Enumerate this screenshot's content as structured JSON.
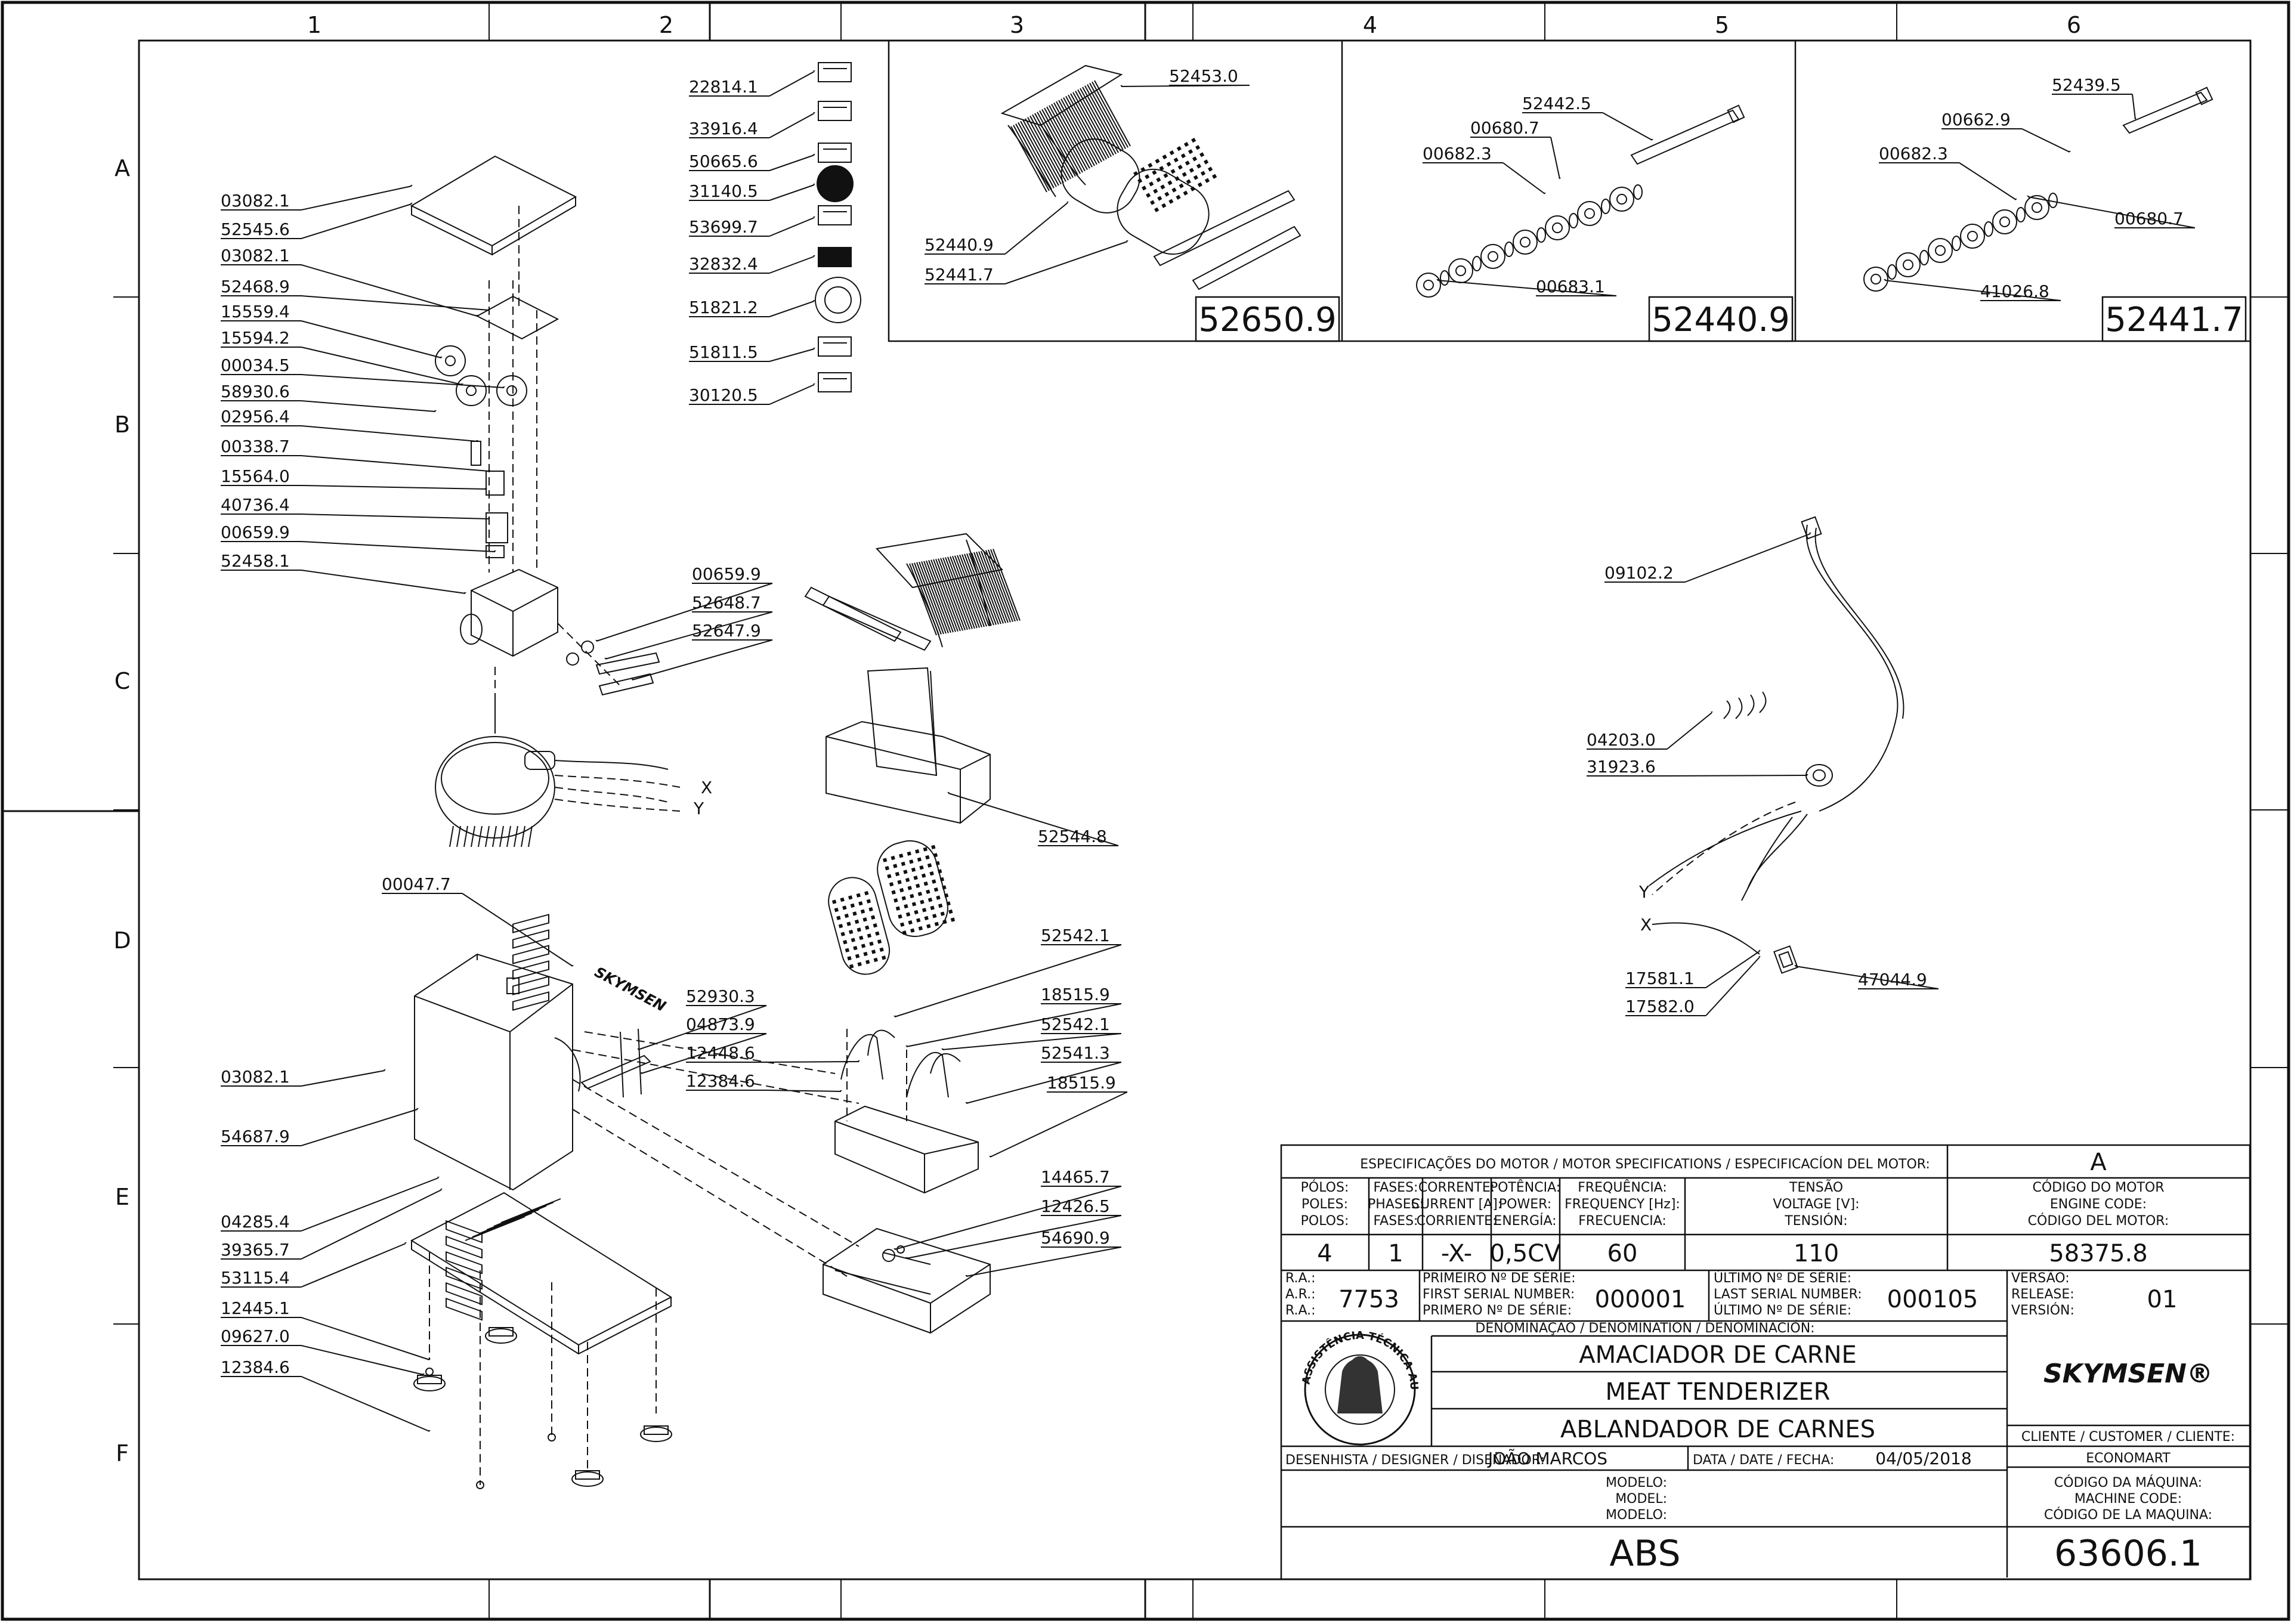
{
  "zones": {
    "cols": [
      "1",
      "2",
      "3",
      "4",
      "5",
      "6"
    ],
    "rows": [
      "A",
      "B",
      "C",
      "D",
      "E",
      "F"
    ]
  },
  "left_parts": [
    "03082.1",
    "52545.6",
    "03082.1",
    "52468.9",
    "15559.4",
    "15594.2",
    "00034.5",
    "58930.6",
    "02956.4",
    "00338.7",
    "15564.0",
    "40736.4",
    "00659.9",
    "52458.1"
  ],
  "label_parts": [
    "22814.1",
    "33916.4",
    "50665.6",
    "31140.5",
    "53699.7",
    "32832.4",
    "51821.2",
    "51811.5",
    "30120.5"
  ],
  "mid_parts": [
    "00659.9",
    "52648.7",
    "52647.9"
  ],
  "motor_wires": {
    "x": "X",
    "y": "Y"
  },
  "brush_part": "52544.8",
  "lower_left_parts": [
    "00047.7",
    "03082.1",
    "54687.9",
    "04285.4",
    "39365.7",
    "53115.4",
    "12445.1",
    "09627.0",
    "12384.6"
  ],
  "lower_mid_parts": [
    "52930.3",
    "04873.9",
    "12448.6",
    "12384.6",
    "52542.1",
    "18515.9",
    "52542.1",
    "52541.3",
    "18515.9",
    "14465.7",
    "12426.5",
    "54690.9"
  ],
  "brand_badge": "SKYMSEN",
  "detail_a": {
    "parts": [
      "52453.0",
      "52440.9",
      "52441.7"
    ],
    "ref": "52650.9"
  },
  "detail_b": {
    "parts": [
      "52442.5",
      "00680.7",
      "00682.3",
      "00683.1"
    ],
    "ref": "52440.9"
  },
  "detail_c": {
    "parts": [
      "52439.5",
      "00662.9",
      "00682.3",
      "00680.7",
      "41026.8"
    ],
    "ref": "52441.7"
  },
  "electrical": {
    "parts": [
      "09102.2",
      "04203.0",
      "31923.6",
      "17581.1",
      "17582.0",
      "47044.9"
    ],
    "y": "Y",
    "x": "X"
  },
  "title_block": {
    "motor_spec_header": "ESPECIFICAÇÕES DO MOTOR / MOTOR SPECIFICATIONS / ESPECIFICACÍON DEL MOTOR:",
    "revision": "A",
    "columns": [
      {
        "l1": "PÓLOS:",
        "l2": "POLES:",
        "l3": "POLOS:",
        "value": "4"
      },
      {
        "l1": "FASES:",
        "l2": "PHASES:",
        "l3": "FASES:",
        "value": "1"
      },
      {
        "l1": "CORRENTE:",
        "l2": "CURRENT [A]:",
        "l3": "CORRIENTE:",
        "value": "-X-"
      },
      {
        "l1": "POTÊNCIA:",
        "l2": "POWER:",
        "l3": "ENERGÍA:",
        "value": "0,5CV"
      },
      {
        "l1": "FREQUÊNCIA:",
        "l2": "FREQUENCY [Hz]:",
        "l3": "FRECUENCIA:",
        "value": "60"
      },
      {
        "l1": "TENSÃO",
        "l2": "VOLTAGE [V]:",
        "l3": "TENSIÓN:",
        "value": "110"
      },
      {
        "l1": "CÓDIGO DO MOTOR",
        "l2": "ENGINE CODE:",
        "l3": "CÓDIGO DEL MOTOR:",
        "value": "58375.8"
      }
    ],
    "ra_labels": [
      "R.A.:",
      "A.R.:",
      "R.A.:"
    ],
    "ra_value": "7753",
    "first_serial_labels": [
      "PRIMEIRO Nº DE SÉRIE:",
      "FIRST SERIAL NUMBER:",
      "PRIMERO Nº DE SÉRIE:"
    ],
    "first_serial": "000001",
    "last_serial_labels": [
      "ÚLTIMO Nº DE SÉRIE:",
      "LAST SERIAL NUMBER:",
      "ÚLTIMO Nº DE SÉRIE:"
    ],
    "last_serial": "000105",
    "version_labels": [
      "VERSÃO:",
      "RELEASE:",
      "VERSIÓN:"
    ],
    "version": "01",
    "denomination_label": "DENOMINAÇÃO / DENOMINATION / DENOMINACIÓN:",
    "names": [
      "AMACIADOR DE CARNE",
      "MEAT TENDERIZER",
      "ABLANDADOR DE CARNES"
    ],
    "seal_text": "ASSISTÊNCIA TÉCNICA AUTORIZADA",
    "brand": "SKYMSEN®",
    "client_label": "CLIENTE / CUSTOMER / CLIENTE:",
    "client": "ECONOMART",
    "designer_label": "DESENHISTA / DESIGNER / DISEÑADOR:",
    "designer": "JOÃO MARCOS",
    "date_label": "DATA / DATE / FECHA:",
    "date": "04/05/2018",
    "model_labels": [
      "MODELO:",
      "MODEL:",
      "MODELO:"
    ],
    "machine_code_labels": [
      "CÓDIGO DA MÁQUINA:",
      "MACHINE CODE:",
      "CÓDIGO DE LA MAQUINA:"
    ],
    "model": "ABS",
    "machine_code": "63606.1"
  }
}
